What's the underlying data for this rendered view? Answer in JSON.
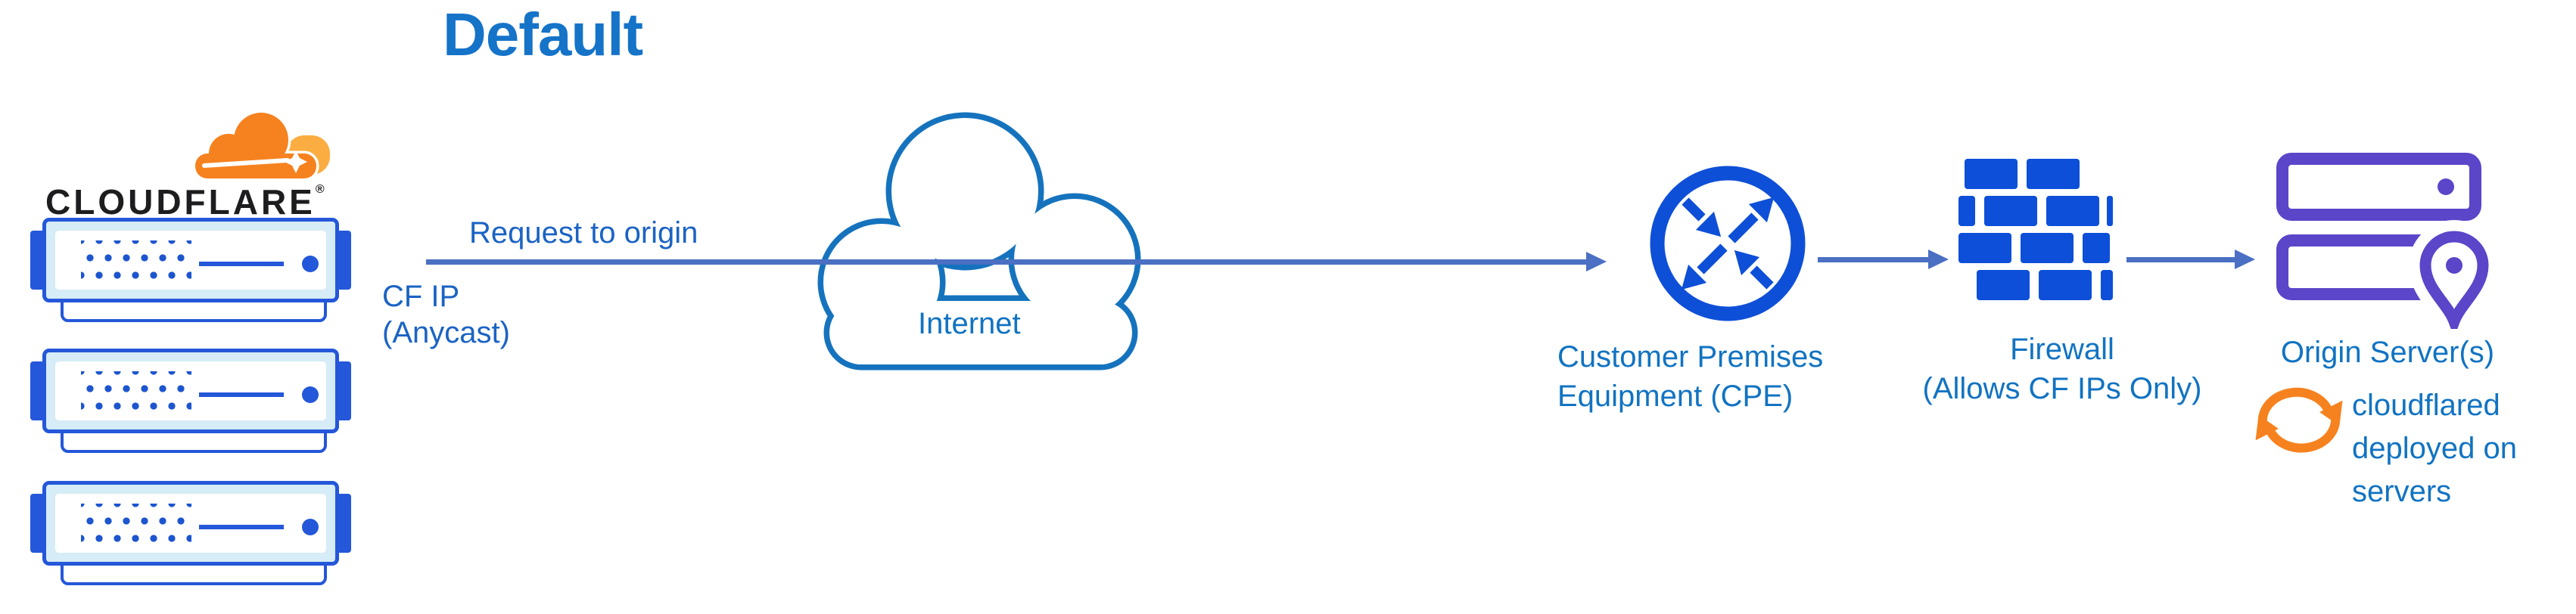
{
  "title": "Default",
  "logo": {
    "wordmark": "CLOUDFLARE",
    "registered": "®"
  },
  "flow": {
    "request_label": "Request to origin",
    "cf_ip_line1": "CF IP",
    "cf_ip_line2": "(Anycast)"
  },
  "internet": {
    "label": "Internet"
  },
  "cpe": {
    "label_line1": "Customer Premises",
    "label_line2": "Equipment (CPE)"
  },
  "firewall": {
    "label_line1": "Firewall",
    "label_line2": "(Allows CF IPs Only)"
  },
  "origin": {
    "label": "Origin Server(s)",
    "note_line1": "cloudflared",
    "note_line2": "deployed on",
    "note_line3": "servers"
  },
  "colors": {
    "cloudflare_orange": "#F6821F",
    "cloudflare_orange_light": "#FBAD41",
    "server_blue": "#2457D9",
    "server_fill": "#D6ECF6",
    "icon_blue": "#0E4FD8",
    "arrow_blue": "#4A6FC3",
    "label_blue": "#1173C2",
    "text_blue": "#1B63C4",
    "origin_purple": "#5B45C9",
    "internet_outline_blue": "#1573BE",
    "wordmark_black": "#1D1D1F"
  }
}
